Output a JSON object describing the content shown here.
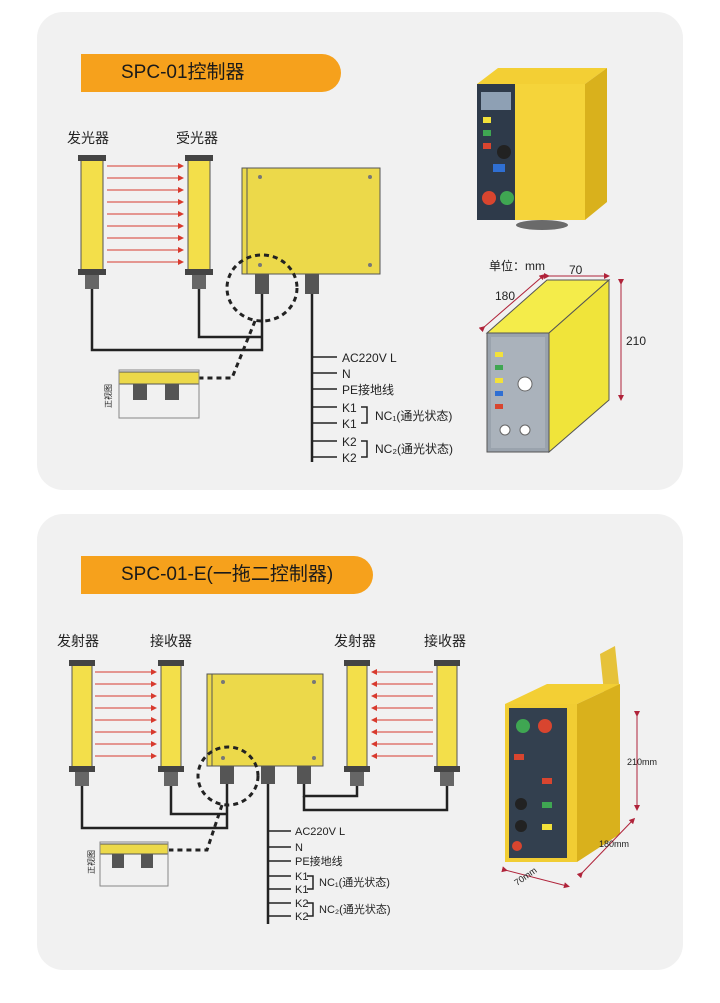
{
  "colors": {
    "accent": "#f6a11c",
    "sensor_yellow": "#f3df4a",
    "box_yellow": "#ecd94a",
    "ray_red": "#d83a2e",
    "panel_bg": "#f1f1f1"
  },
  "section1": {
    "title": "SPC-01控制器",
    "emitter_label": "发光器",
    "receiver_label": "受光器",
    "side_view_label": "正视图",
    "wires": {
      "ac": "AC220V L",
      "n": "N",
      "pe": "PE接地线",
      "k1a": "K1",
      "k1b": "K1",
      "k2a": "K2",
      "k2b": "K2",
      "nc1": "NC₁(通光状态)",
      "nc2": "NC₂(通光状态)"
    },
    "dims": {
      "unit": "单位：mm",
      "depth": "70",
      "width": "180",
      "height": "210"
    }
  },
  "section2": {
    "title": "SPC-01-E(一拖二控制器)",
    "emitter_label_1": "发射器",
    "receiver_label_1": "接收器",
    "emitter_label_2": "发射器",
    "receiver_label_2": "接收器",
    "side_view_label": "正视图",
    "wires": {
      "ac": "AC220V L",
      "n": "N",
      "pe": "PE接地线",
      "k1a": "K1",
      "k1b": "K1",
      "k2a": "K2",
      "k2b": "K2",
      "nc1": "NC₁(通光状态)",
      "nc2": "NC₂(通光状态)"
    },
    "dims": {
      "height": "210mm",
      "width": "180mm",
      "depth": "70mm"
    }
  }
}
